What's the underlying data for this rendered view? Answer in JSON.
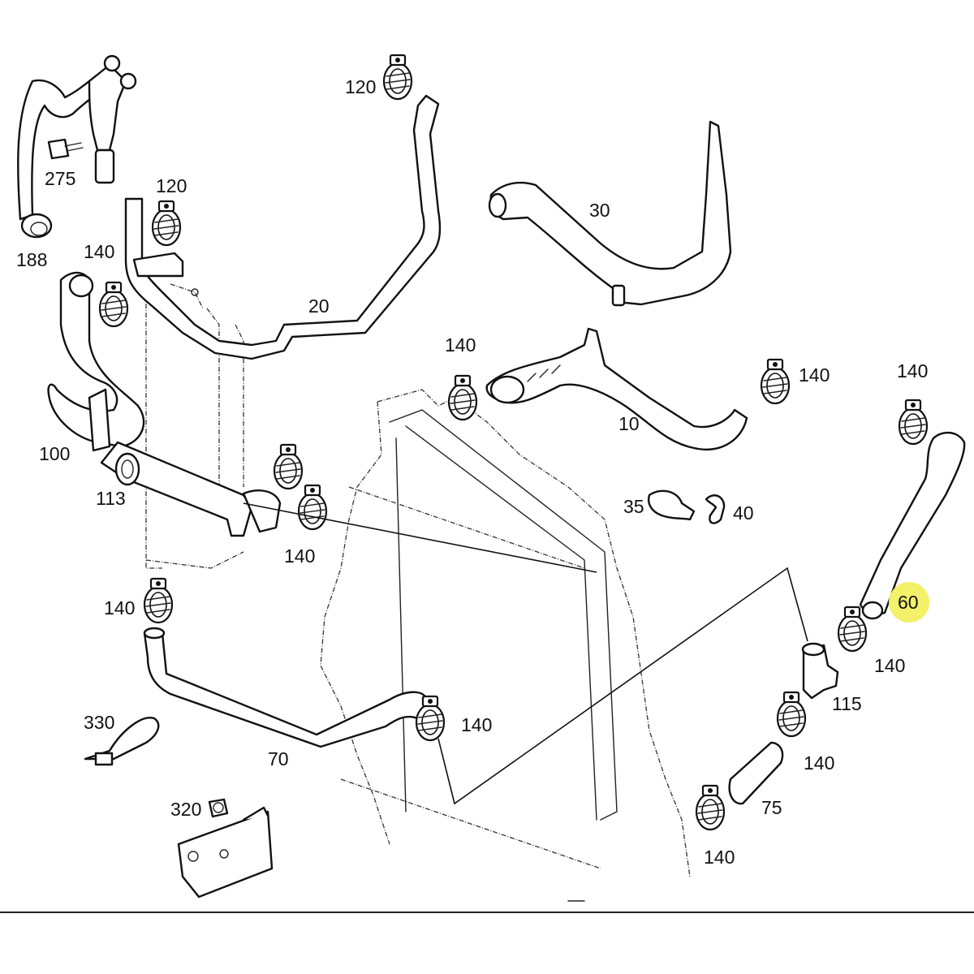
{
  "diagram": {
    "highlight_color": "#f3f06a",
    "labels": {
      "p275": "275",
      "p188": "188",
      "p120a": "120",
      "p120b": "120",
      "p140_top_left": "140",
      "p20": "20",
      "p30": "30",
      "p140_center": "140",
      "p10": "10",
      "p140_right_upper": "140",
      "p140_far_right": "140",
      "p100": "100",
      "p113": "113",
      "p140_mid_left": "140",
      "p35": "35",
      "p40": "40",
      "p60": "60",
      "p140_lower_left": "140",
      "p140_right_mid": "140",
      "p115": "115",
      "p330": "330",
      "p140_hose70": "140",
      "p70": "70",
      "p140_lower_right": "140",
      "p75": "75",
      "p320": "320",
      "p140_bottom": "140"
    }
  }
}
